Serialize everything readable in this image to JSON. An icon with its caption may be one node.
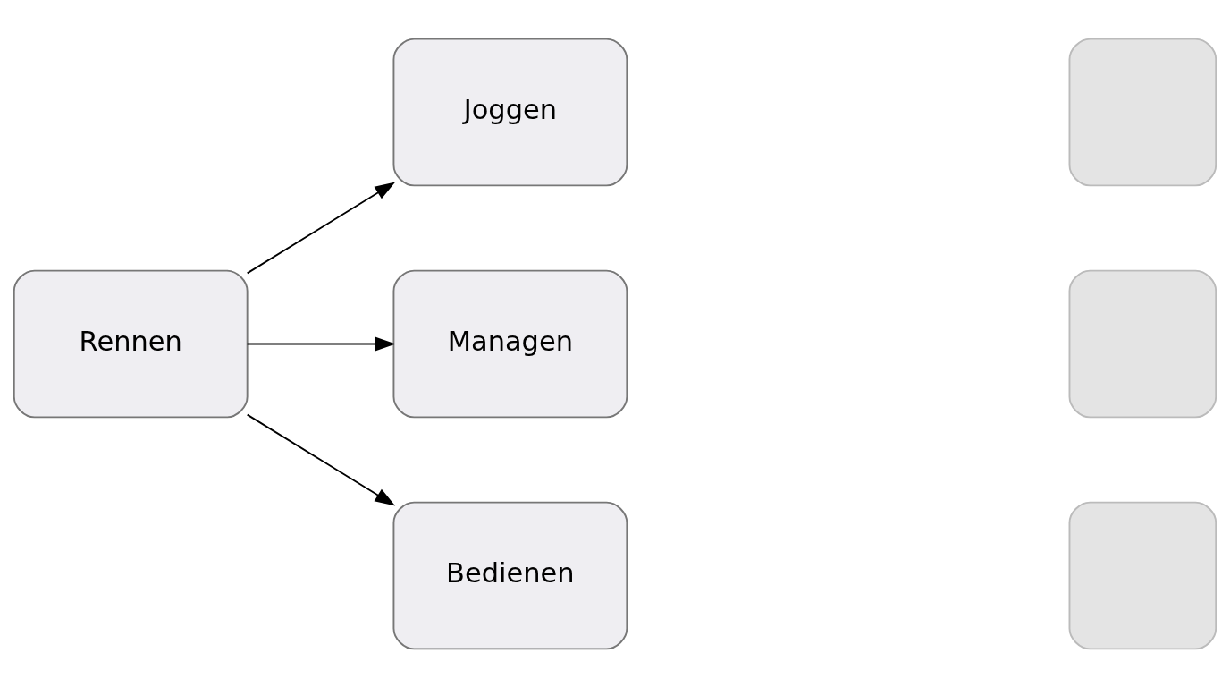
{
  "diagram": {
    "nodes": [
      {
        "text": [
          "Rennen"
        ]
      },
      {
        "text": [
          "Joggen"
        ]
      },
      {
        "text": [
          "Managen"
        ]
      },
      {
        "text": [
          "Bedienen"
        ]
      },
      {
        "text": [],
        "shape": "box"
      },
      {
        "text": [],
        "shape": "box"
      },
      {
        "text": [],
        "shape": "box"
      }
    ],
    "edges": [
      {
        "from": 0,
        "to": 1,
        "arrow": "to"
      },
      {
        "from": 0,
        "to": 2,
        "arrow": "to"
      },
      {
        "from": 0,
        "to": 3,
        "arrow": "to"
      }
    ]
  }
}
